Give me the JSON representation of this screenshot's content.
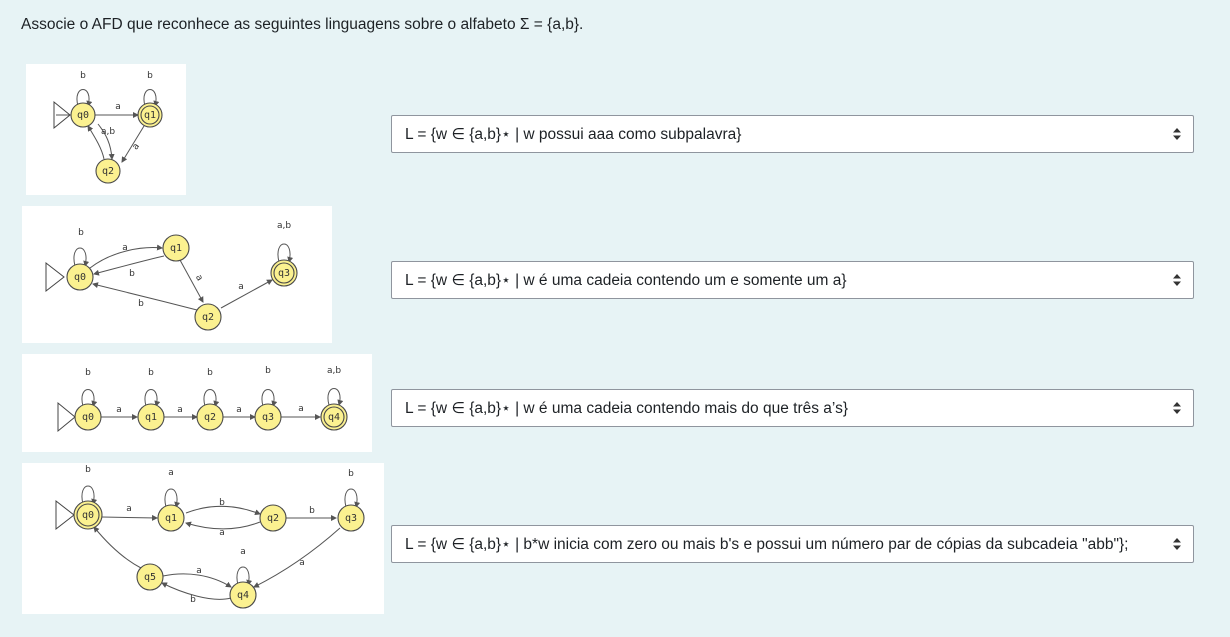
{
  "question": {
    "text": "Associe o AFD que reconhece as seguintes linguagens sobre o alfabeto Σ = {a,b}."
  },
  "rows": [
    {
      "diagram": {
        "states": [
          "q0",
          "q1",
          "q2"
        ],
        "edge_labels": [
          "b",
          "b",
          "a",
          "a,b",
          "a"
        ]
      },
      "select": {
        "selected": "L = {w ∈ {a,b}⋆ | w possui aaa como subpalavra}"
      }
    },
    {
      "diagram": {
        "states": [
          "q0",
          "q1",
          "q2",
          "q3"
        ],
        "edge_labels": [
          "b",
          "a",
          "b",
          "b",
          "a",
          "a",
          "a,b"
        ]
      },
      "select": {
        "selected": "L = {w ∈ {a,b}⋆ | w é uma cadeia contendo um e somente um a}"
      }
    },
    {
      "diagram": {
        "states": [
          "q0",
          "q1",
          "q2",
          "q3",
          "q4"
        ],
        "edge_labels": [
          "b",
          "b",
          "b",
          "b",
          "a,b",
          "a",
          "a",
          "a",
          "a"
        ]
      },
      "select": {
        "selected": "L = {w ∈ {a,b}⋆ | w é uma cadeia contendo mais do que três a’s}"
      }
    },
    {
      "diagram": {
        "states": [
          "q0",
          "q1",
          "q2",
          "q3",
          "q4",
          "q5"
        ],
        "edge_labels": [
          "b",
          "a",
          "a",
          "b",
          "a",
          "b",
          "b",
          "a",
          "a",
          "a",
          "b"
        ]
      },
      "select": {
        "selected": "L = {w ∈ {a,b}⋆ | b*w inicia com zero ou mais b's e possui um número par de cópias da subcadeia \"abb\"};"
      }
    }
  ]
}
